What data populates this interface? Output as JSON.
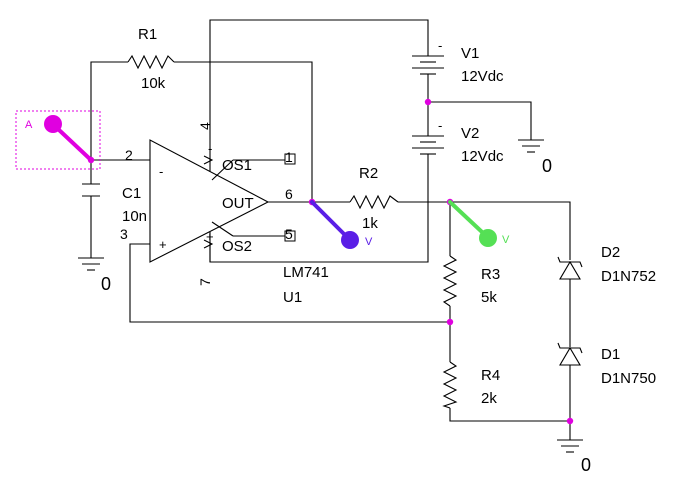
{
  "colors": {
    "wire": "#000000",
    "junction": "#e000e0",
    "probe_magenta": "#e000e0",
    "probe_purple": "#5a1ee6",
    "probe_green": "#55e055",
    "selection_box": "#e000e0"
  },
  "components": {
    "r1": {
      "ref": "R1",
      "value": "10k"
    },
    "r2": {
      "ref": "R2",
      "value": "1k"
    },
    "r3": {
      "ref": "R3",
      "value": "5k"
    },
    "r4": {
      "ref": "R4",
      "value": "2k"
    },
    "c1": {
      "ref": "C1",
      "value": "10n"
    },
    "v1": {
      "ref": "V1",
      "value": "12Vdc"
    },
    "v2": {
      "ref": "V2",
      "value": "12Vdc"
    },
    "d1": {
      "ref": "D1",
      "model": "D1N750"
    },
    "d2": {
      "ref": "D2",
      "model": "D1N752"
    },
    "u1": {
      "ref": "U1",
      "part": "LM741",
      "out_label": "OUT",
      "os1_label": "OS1",
      "os2_label": "OS2",
      "minus_sign": "-",
      "plus_sign": "+",
      "pin_numbers": {
        "inv": "2",
        "noninv": "3",
        "vpos": "4",
        "vneg": "7",
        "out": "6",
        "os1": "1",
        "os2": "5"
      }
    }
  },
  "grounds": {
    "label": "0"
  },
  "probes": {
    "p1": {
      "label": "A",
      "icon": "voltage-probe-icon"
    },
    "p2": {
      "label": "V",
      "icon": "voltage-probe-icon"
    },
    "p3": {
      "label": "V",
      "icon": "voltage-probe-icon"
    }
  }
}
